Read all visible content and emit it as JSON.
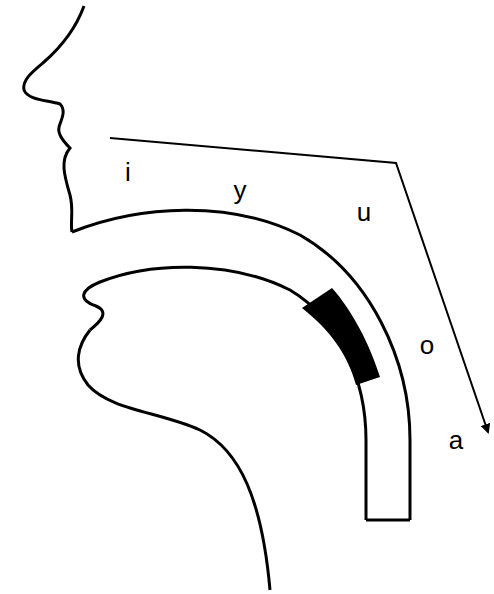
{
  "diagram": {
    "labels": [
      "i",
      "y",
      "u",
      "o",
      "a"
    ]
  }
}
